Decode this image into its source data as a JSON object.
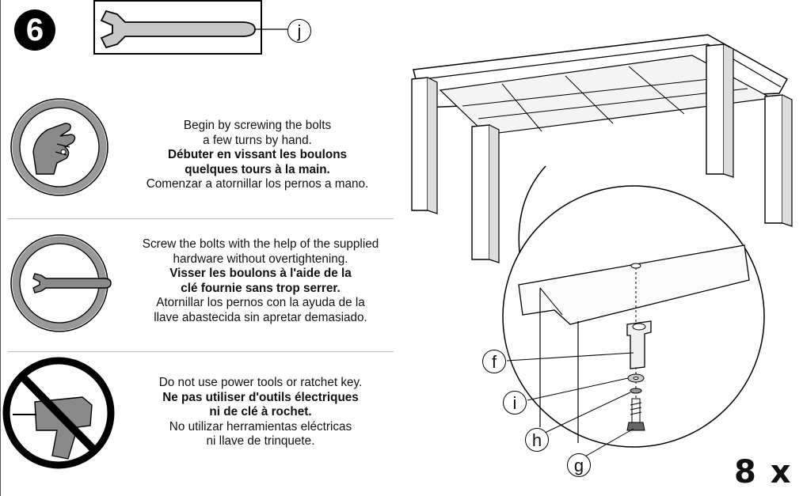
{
  "step": {
    "number": "6"
  },
  "tool": {
    "label": "j"
  },
  "instructions": [
    {
      "en": "Begin by screwing the bolts",
      "en2": "a few turns by hand.",
      "fr": "Débuter en vissant les boulons",
      "fr2": "quelques tours à la main.",
      "es": "Comenzar a atornillar los pernos a mano.",
      "icon": "hand-icon"
    },
    {
      "en": "Screw the bolts with the help of the supplied",
      "en2": "hardware without overtightening.",
      "fr": "Visser les boulons à l'aide de la",
      "fr2": "clé fournie sans trop serrer.",
      "es": "Atornillar los pernos con la ayuda de la",
      "es2": "llave abastecida sin apretar demasiado.",
      "icon": "wrench-icon"
    },
    {
      "en": "Do not use power tools or ratchet key.",
      "fr": "Ne pas utiliser d'outils électriques",
      "fr2": "ni de clé à rochet.",
      "es": "No utilizar herramientas eléctricas",
      "es2": "ni llave de trinquete.",
      "icon": "no-drill-icon"
    }
  ],
  "parts": {
    "f": "f",
    "i": "i",
    "h": "h",
    "g": "g"
  },
  "quantity": "8 x"
}
